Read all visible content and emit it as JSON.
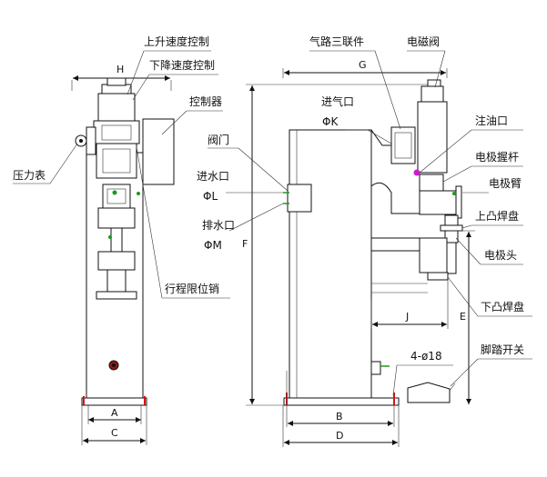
{
  "labels": {
    "up_speed": "上升速度控制",
    "down_speed": "下降速度控制",
    "controller": "控制器",
    "pressure_gauge": "压力表",
    "valve": "阀门",
    "water_in": "进水口",
    "water_in_dia": "ΦL",
    "water_out": "排水口",
    "water_out_dia": "ΦM",
    "stroke_pin": "行程限位销",
    "air_triple": "气路三联件",
    "solenoid": "电磁阀",
    "air_in": "进气口",
    "air_in_dia": "ΦK",
    "oil_port": "注油口",
    "electrode_holder": "电极握杆",
    "electrode_arm": "电极臂",
    "upper_platen": "上凸焊盘",
    "electrode_head": "电极头",
    "lower_platen": "下凸焊盘",
    "foot_switch": "脚踏开关",
    "feet_holes": "4-ø18"
  },
  "dims": {
    "H": "H",
    "G": "G",
    "F": "F",
    "A": "A",
    "B": "B",
    "C": "C",
    "D": "D",
    "J": "J",
    "E": "E"
  },
  "colors": {
    "line": "#111111",
    "red": "#d11414",
    "green": "#1a9a1a",
    "magenta": "#d01ad0"
  }
}
